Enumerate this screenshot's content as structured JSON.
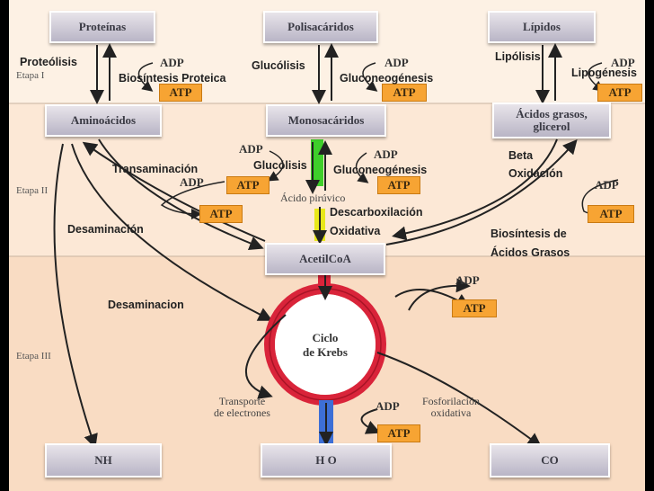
{
  "diagram": {
    "sources": {
      "proteinas": "Proteínas",
      "polisacaridos": "Polisacáridos",
      "lipidos": "Lípidos"
    },
    "intermediates": {
      "aminoacidos": "Aminoácidos",
      "monosacaridos": "Monosacáridos",
      "acidos_grasos_line1": "Ácidos grasos,",
      "acidos_grasos_line2": "glicerol",
      "acido_piruvico": "Ácido pirúvico",
      "acetilcoa": "AcetilCoA",
      "ciclo_line1": "Ciclo",
      "ciclo_line2": "de Krebs"
    },
    "products": {
      "nh": "NH",
      "h2o": "H O",
      "co": "CO"
    },
    "stages": {
      "etapa1": "Etapa I",
      "etapa2": "Etapa II",
      "etapa3": "Etapa III"
    },
    "energy": {
      "adp": "ADP",
      "atp": "ATP"
    },
    "process_labels": {
      "proteolisis": "Proteólisis",
      "biosintesis_proteica": "Biosíntesis Proteica",
      "glucolisis_top": "Glucólisis",
      "gluconeogenesis_top": "Gluconeogénesis",
      "lipolisis": "Lipólisis",
      "lipogenesis": "Lipogénesis",
      "transaminacion": "Transaminación",
      "glucolisis_mid": "Glucólisis",
      "gluconeogenesis_mid": "Gluconeogénesis",
      "beta": "Beta",
      "oxidacion": "Oxidación",
      "desaminacion": "Desaminación",
      "descarboxilacion": "Descarboxilación",
      "oxidativa": "Oxidativa",
      "biosintesis_de": "Biosíntesis de",
      "acidos_grasos": "Ácidos Grasos",
      "desaminacion2": "Desaminacion",
      "transporte_line1": "Transporte",
      "transporte_line2": "de electrones",
      "fosforilacion_line1": "Fosforilación",
      "fosforilacion_line2": "oxidativa"
    },
    "colors": {
      "krebs_ring": "#d9243a",
      "atp_fill": "#f7a433",
      "green_arrow": "#3ecf2a",
      "yellow_arrow": "#e8e81a",
      "blue_arrow": "#3d6fd6",
      "stage1_band": "#fdebd8",
      "stage2_band": "#fde6d2",
      "stage3_band": "#fbdcc2"
    }
  }
}
